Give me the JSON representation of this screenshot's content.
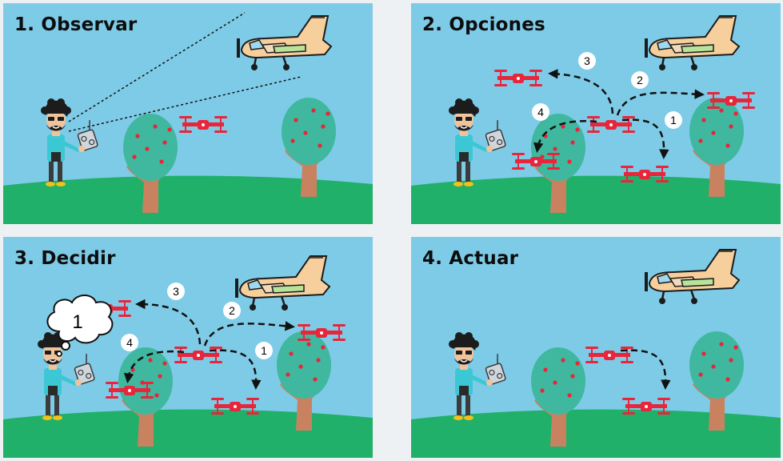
{
  "panels": [
    {
      "title": "1. Observar"
    },
    {
      "title": "2. Opciones",
      "option_labels": [
        "1",
        "2",
        "3",
        "4"
      ]
    },
    {
      "title": "3. Decidir",
      "option_labels": [
        "1",
        "2",
        "3",
        "4"
      ],
      "thought_label": "1"
    },
    {
      "title": "4. Actuar"
    }
  ],
  "colors": {
    "sky": "#7ecbe7",
    "grass": "#20b06a",
    "drone": "#e8253a",
    "tree_crown": "#3fb89f",
    "trunk": "#c9825f",
    "fruit": "#e8253a"
  }
}
